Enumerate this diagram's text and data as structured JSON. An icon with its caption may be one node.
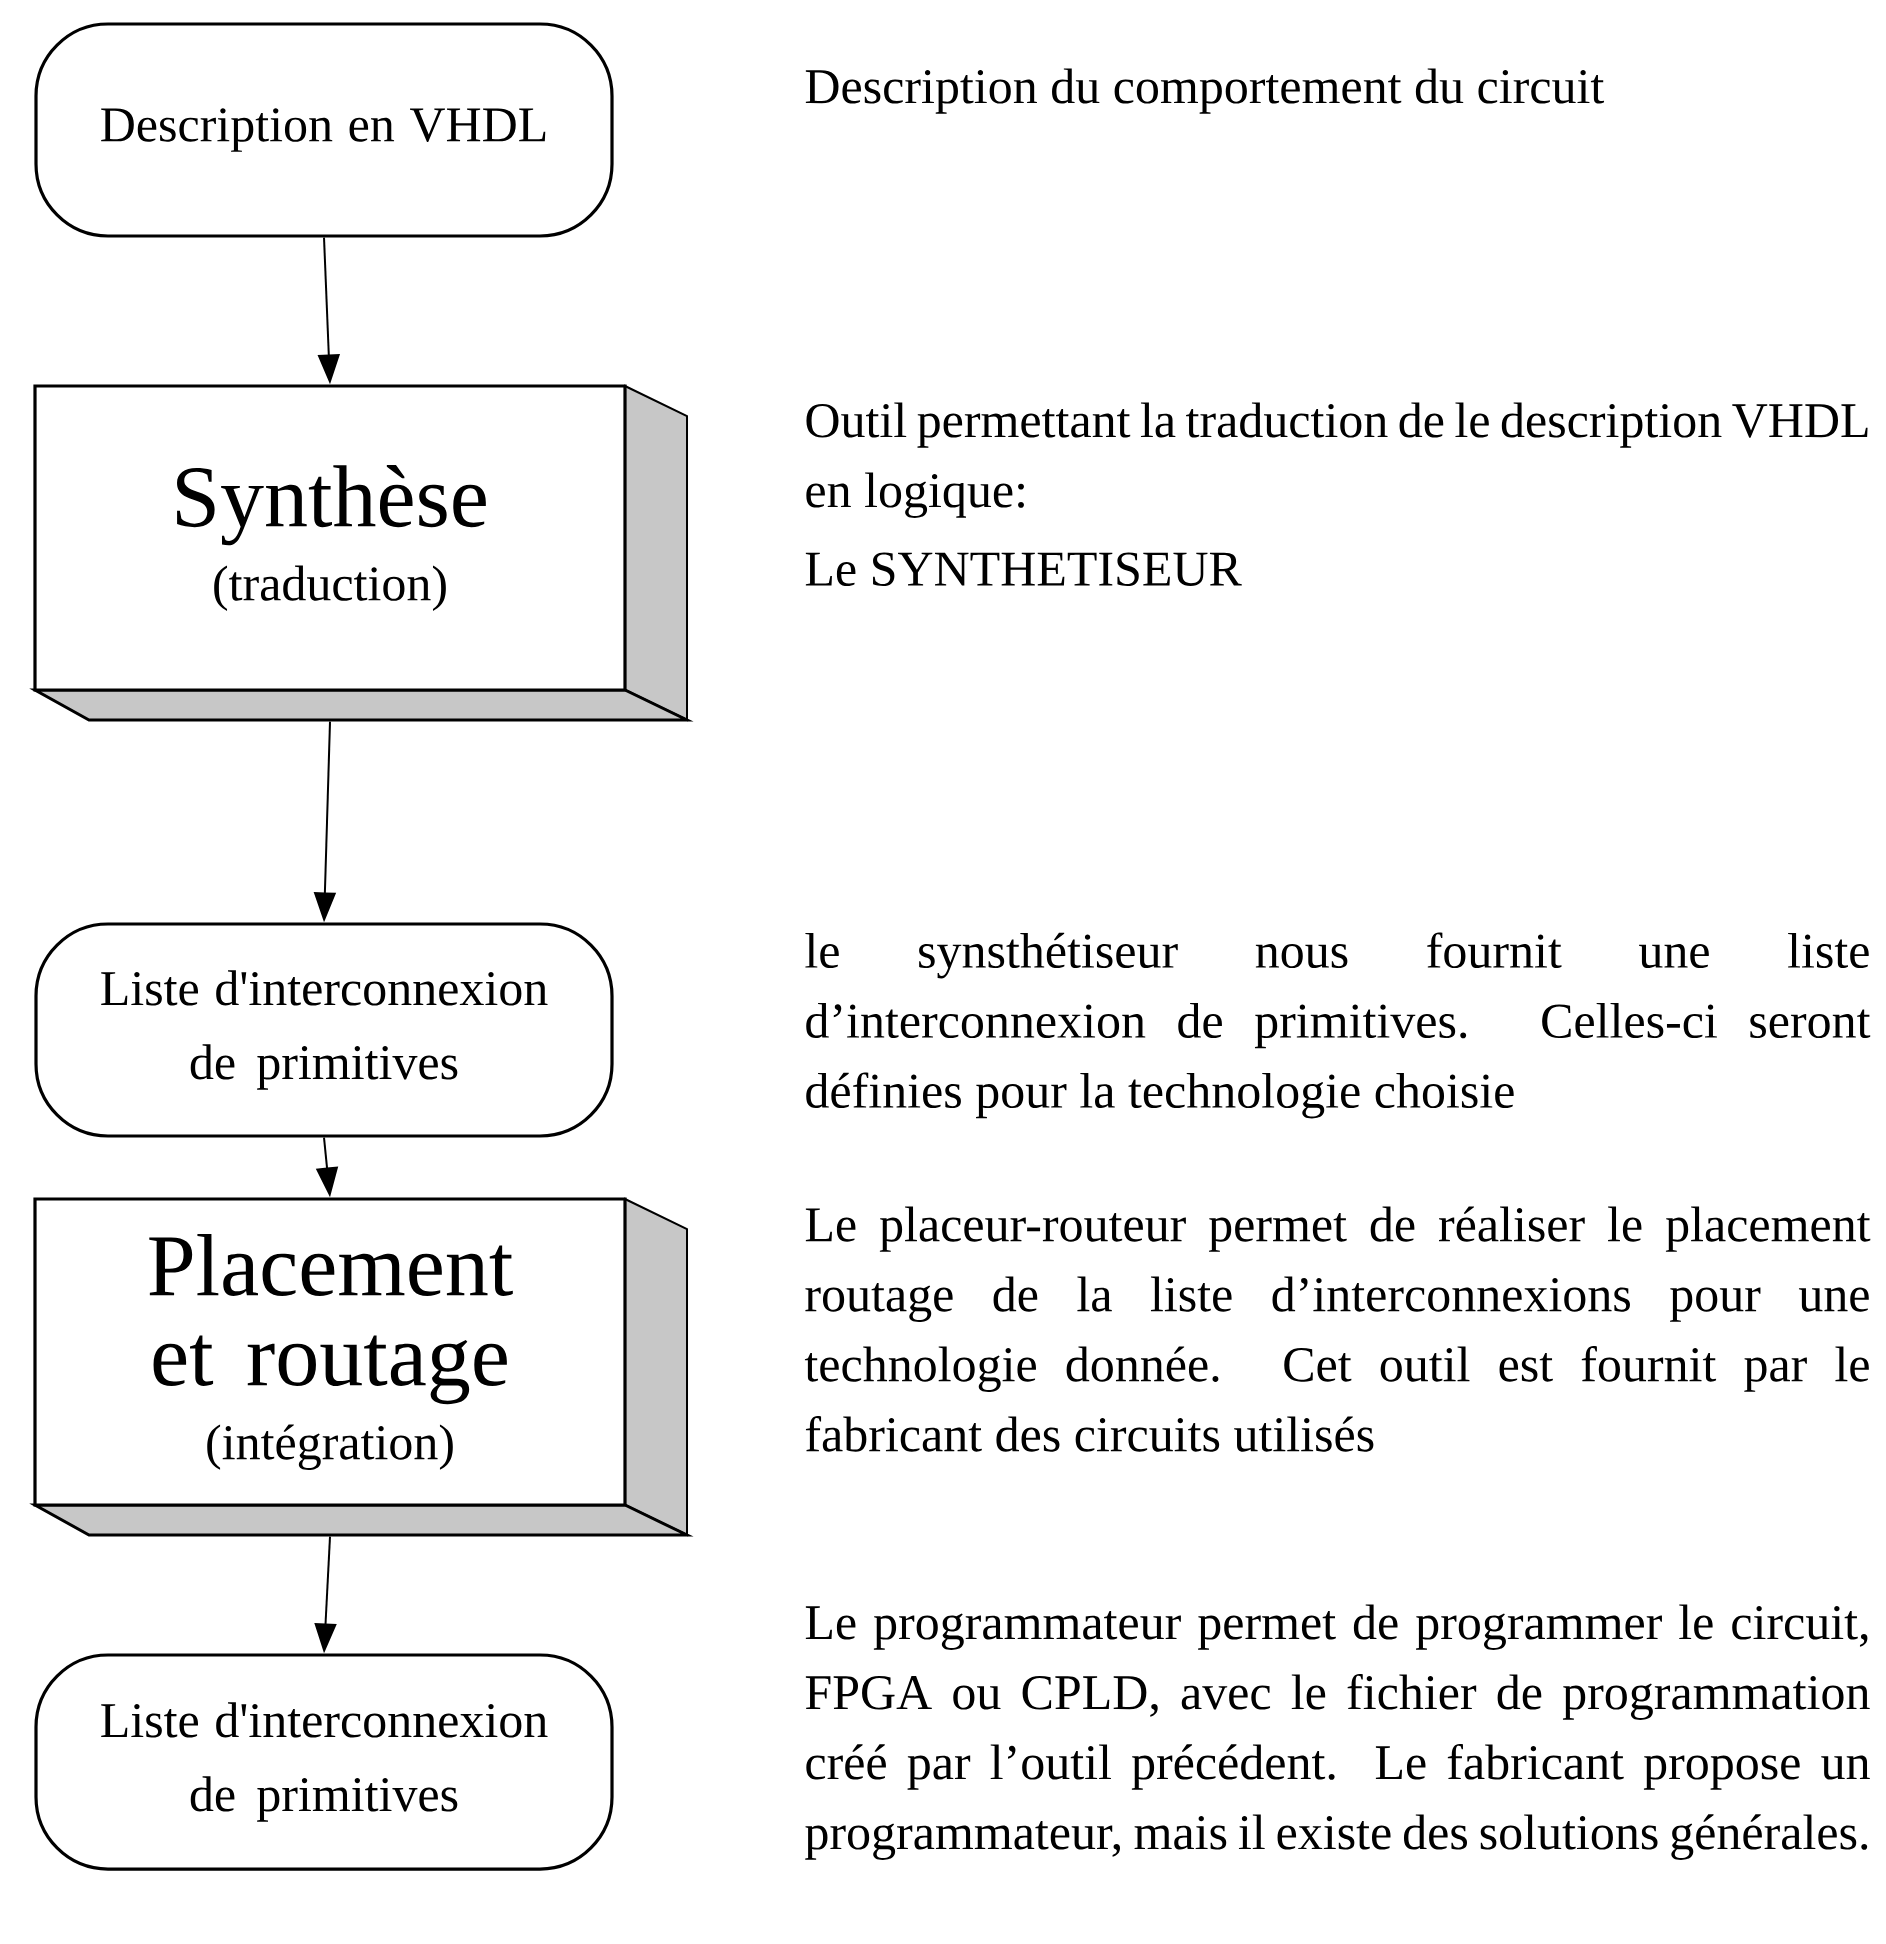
{
  "diagram": {
    "nodes": [
      {
        "text": [
          "Description en VHDL"
        ],
        "beside": [
          "Description du comportement du circuit"
        ]
      },
      {
        "text": [
          "Synthèse",
          "(traduction)"
        ],
        "beside": [
          "Outil permettant la traduction de le description VHDL en logique:",
          "Le SYNTHETISEUR"
        ]
      },
      {
        "text": [
          "Liste d'interconnexion de primitives"
        ],
        "beside": [
          "le synsthétiseur nous fournit une liste d’interconnexion de primitives. Celles-ci seront définies pour la technologie choisie"
        ]
      },
      {
        "text": [
          "Placement et routage",
          "(intégration)"
        ],
        "beside": [
          "Le placeur-routeur permet de réaliser le placement routage de la liste d’interconnexions pour une technologie donnée. Cet outil est fournit par le fabricant des circuits utilisés"
        ]
      },
      {
        "text": [
          "Liste d'interconnexion de primitives"
        ],
        "beside": [
          "Le programmateur permet de programmer le circuit, FPGA ou CPLD, avec le fichier de programmation créé par l’outil précédent. Le fabricant propose un programmateur, mais il existe des solutions générales."
        ]
      }
    ],
    "edges": [
      {
        "from": 0,
        "to": 1,
        "arrow": "to"
      },
      {
        "from": 1,
        "to": 2,
        "arrow": "to"
      },
      {
        "from": 2,
        "to": 3,
        "arrow": "to"
      },
      {
        "from": 3,
        "to": 4,
        "arrow": "to"
      }
    ]
  }
}
